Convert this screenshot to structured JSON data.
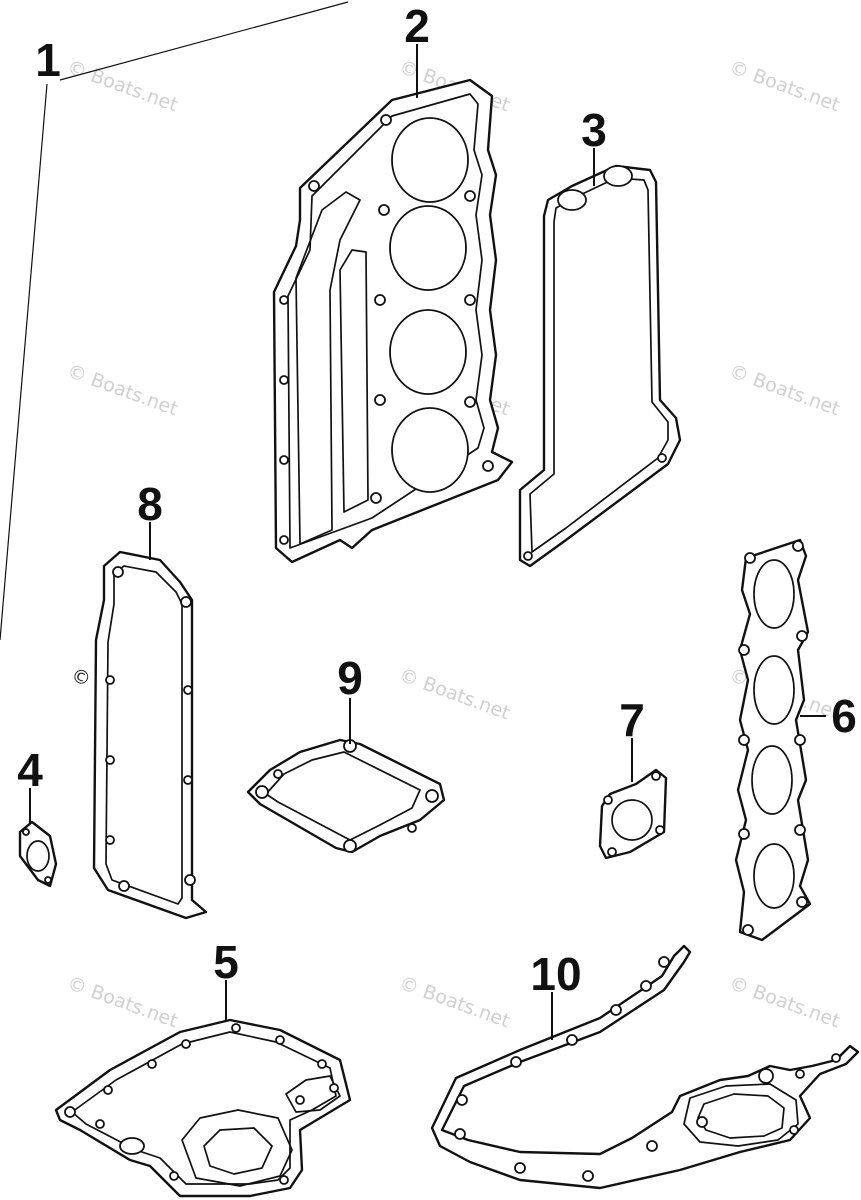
{
  "callouts": [
    {
      "id": "1",
      "label": "1"
    },
    {
      "id": "2",
      "label": "2"
    },
    {
      "id": "3",
      "label": "3"
    },
    {
      "id": "4",
      "label": "4"
    },
    {
      "id": "5",
      "label": "5"
    },
    {
      "id": "6",
      "label": "6"
    },
    {
      "id": "7",
      "label": "7"
    },
    {
      "id": "8",
      "label": "8"
    },
    {
      "id": "9",
      "label": "9"
    },
    {
      "id": "10",
      "label": "10"
    }
  ],
  "watermark": "© Boats.net"
}
